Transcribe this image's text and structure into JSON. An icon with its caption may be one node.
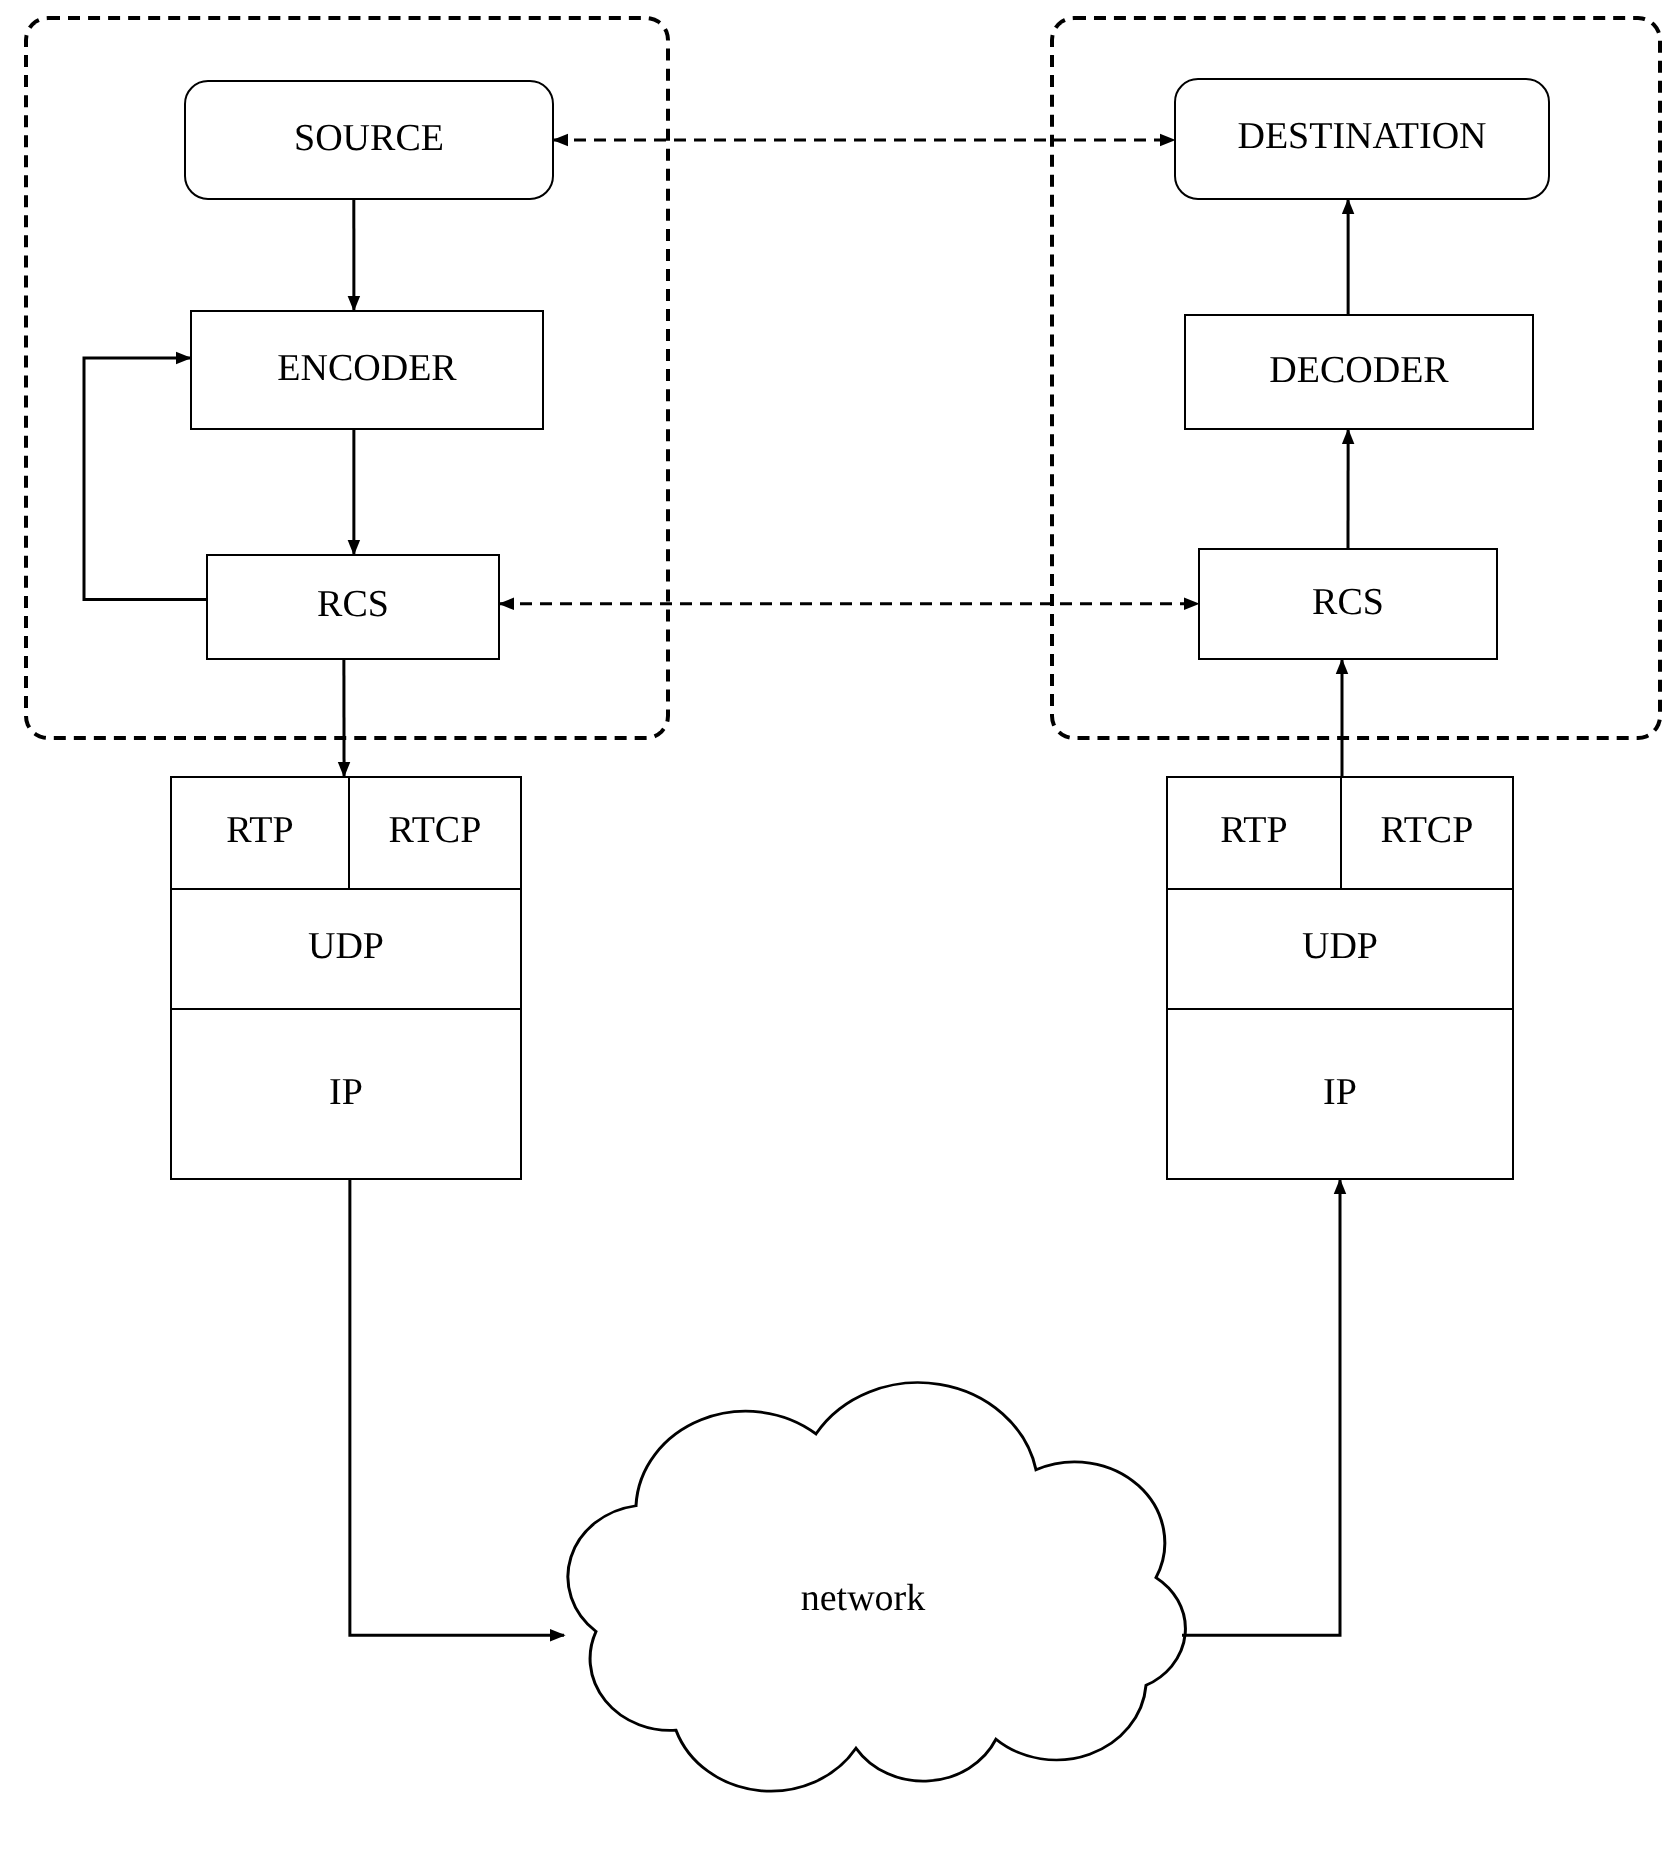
{
  "diagram": {
    "nodes": [
      {
        "text": [],
        "shape": "box"
      },
      {
        "text": [
          "SOURCE"
        ],
        "in": 0
      },
      {
        "text": [
          "ENCODER"
        ],
        "in": 0
      },
      {
        "text": [
          "RCS"
        ],
        "in": 0
      },
      {
        "text": [],
        "shape": "box"
      },
      {
        "text": [
          "DESTINATION"
        ],
        "in": 4
      },
      {
        "text": [
          "DECODER"
        ],
        "in": 4
      },
      {
        "text": [
          "RCS"
        ],
        "in": 4
      },
      {
        "text": [
          "RTP"
        ]
      },
      {
        "text": [
          "RTCP"
        ]
      },
      {
        "text": [
          "UDP"
        ]
      },
      {
        "text": [
          "IP"
        ]
      },
      {
        "text": [
          "RTP"
        ]
      },
      {
        "text": [
          "RTCP"
        ]
      },
      {
        "text": [
          "UDP"
        ]
      },
      {
        "text": [
          "IP"
        ]
      },
      {
        "text": [
          "network"
        ]
      }
    ],
    "edges": [
      {
        "from": 1,
        "to": 5,
        "arrow": "both",
        "style": "dashed"
      },
      {
        "from": 1,
        "to": 2,
        "arrow": "to"
      },
      {
        "from": 2,
        "to": 3,
        "arrow": "to"
      },
      {
        "from": 3,
        "to": 2,
        "arrow": "to"
      },
      {
        "from": 3,
        "to": 7,
        "arrow": "both",
        "style": "dashed"
      },
      {
        "from": 3,
        "to": 8,
        "arrow": "to"
      },
      {
        "from": 11,
        "to": 16,
        "arrow": "to"
      },
      {
        "from": 16,
        "to": 15,
        "arrow": "to"
      },
      {
        "from": 12,
        "to": 7,
        "arrow": "to"
      },
      {
        "from": 7,
        "to": 6,
        "arrow": "to"
      },
      {
        "from": 6,
        "to": 5,
        "arrow": "to"
      }
    ]
  }
}
